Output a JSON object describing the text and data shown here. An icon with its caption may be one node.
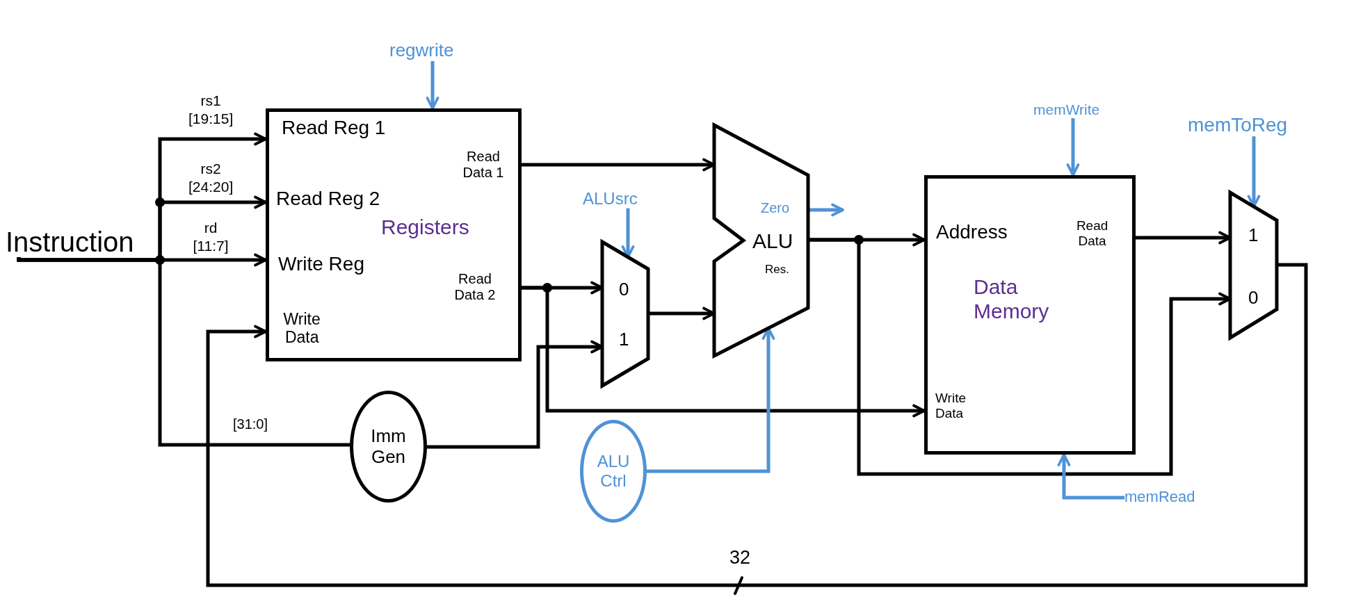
{
  "diagram": {
    "nodes": [
      {
        "text": [
          "Instruction"
        ]
      },
      {
        "text": [
          "regwrite"
        ]
      },
      {
        "text": [
          "Read Reg 1",
          "Read Data 1",
          "Read Reg 2",
          "Registers",
          "Write Reg",
          "Read Data 2",
          "Write Data"
        ]
      },
      {
        "text": [
          "Imm Gen"
        ]
      },
      {
        "text": [
          "ALUsrc"
        ]
      },
      {
        "text": [
          "0",
          "1"
        ]
      },
      {
        "text": [
          "ALU Ctrl"
        ]
      },
      {
        "text": [
          "Zero",
          "ALU",
          "Res."
        ]
      },
      {
        "text": [
          "memWrite"
        ]
      },
      {
        "text": [
          "Address",
          "Read Data",
          "Data Memory",
          "Write Data"
        ]
      },
      {
        "text": [
          "memRead"
        ]
      },
      {
        "text": [
          "memToReg"
        ]
      },
      {
        "text": [
          "1",
          "0"
        ]
      }
    ],
    "edges": [
      {
        "from": 0,
        "to": 2,
        "arrow": "to",
        "label": "rs1 [19:15]"
      },
      {
        "from": 0,
        "to": 2,
        "arrow": "to",
        "label": "rs2 [24:20]"
      },
      {
        "from": 0,
        "to": 2,
        "arrow": "to",
        "label": "rd [11:7]"
      },
      {
        "from": 0,
        "to": 3,
        "arrow": "none",
        "label": "[31:0]"
      },
      {
        "from": 1,
        "to": 2,
        "arrow": "to",
        "color": "#4f92d6"
      },
      {
        "from": 2,
        "to": 7,
        "arrow": "to"
      },
      {
        "from": 2,
        "to": 5,
        "arrow": "to"
      },
      {
        "from": 2,
        "to": 9,
        "arrow": "to"
      },
      {
        "from": 3,
        "to": 5,
        "arrow": "to"
      },
      {
        "from": 4,
        "to": 5,
        "arrow": "to",
        "color": "#4f92d6"
      },
      {
        "from": 5,
        "to": 7,
        "arrow": "to"
      },
      {
        "from": 6,
        "to": 7,
        "arrow": "to",
        "color": "#4f92d6"
      },
      {
        "from": 7,
        "to": null,
        "arrow": "to",
        "color": "#4f92d6"
      },
      {
        "from": 7,
        "to": 9,
        "arrow": "to"
      },
      {
        "from": 7,
        "to": 12,
        "arrow": "to"
      },
      {
        "from": 8,
        "to": 9,
        "arrow": "to",
        "color": "#4f92d6"
      },
      {
        "from": 10,
        "to": 9,
        "arrow": "to",
        "color": "#4f92d6"
      },
      {
        "from": 9,
        "to": 12,
        "arrow": "to"
      },
      {
        "from": 11,
        "to": 12,
        "arrow": "to",
        "color": "#4f92d6"
      },
      {
        "from": 12,
        "to": 2,
        "arrow": "to",
        "label": "32"
      }
    ]
  }
}
